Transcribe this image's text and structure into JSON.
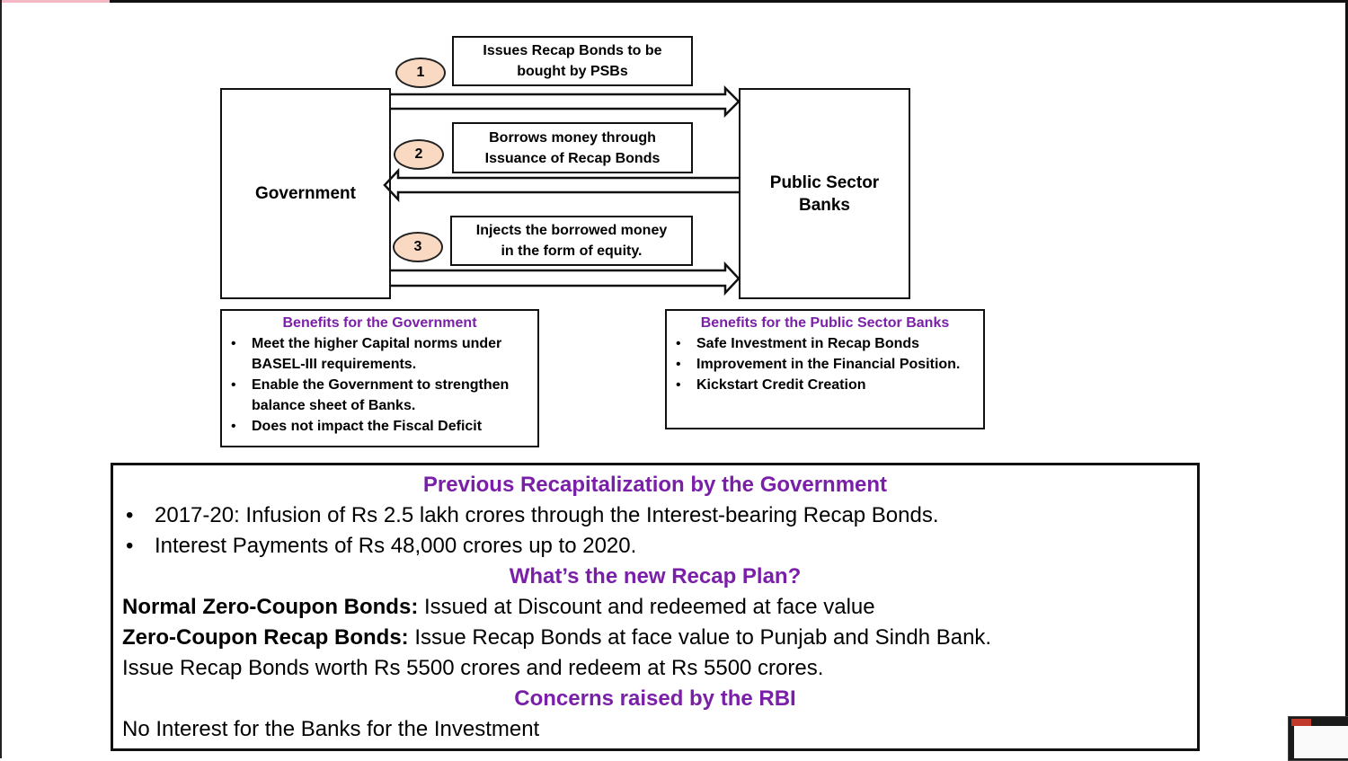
{
  "diagram": {
    "government": "Government",
    "banks_line1": "Public Sector",
    "banks_line2": "Banks",
    "steps": [
      {
        "number": "1",
        "line1": "Issues Recap Bonds to be",
        "line2": "bought by PSBs"
      },
      {
        "number": "2",
        "line1": "Borrows money through",
        "line2": "Issuance of Recap Bonds"
      },
      {
        "number": "3",
        "line1": "Injects the borrowed money",
        "line2": "in the form of equity."
      }
    ]
  },
  "benefits_government": {
    "title": "Benefits for the Government",
    "items": [
      "Meet the higher Capital norms under BASEL-III requirements.",
      "Enable the Government to strengthen balance sheet of Banks.",
      "Does not impact the Fiscal Deficit"
    ]
  },
  "benefits_banks": {
    "title": "Benefits for the Public Sector Banks",
    "items": [
      "Safe Investment in Recap Bonds",
      "Improvement in the Financial Position.",
      "Kickstart Credit Creation"
    ]
  },
  "details": {
    "heading_previous": "Previous Recapitalization by the Government",
    "previous_items": [
      "2017-20: Infusion of Rs 2.5 lakh crores through the Interest-bearing Recap Bonds.",
      "Interest Payments of Rs 48,000 crores up to 2020."
    ],
    "heading_new": "What’s the new Recap Plan?",
    "normal_label": "Normal Zero-Coupon Bonds:",
    "normal_text": " Issued at Discount and redeemed at face value",
    "recap_label": "Zero-Coupon Recap Bonds:",
    "recap_text": " Issue Recap Bonds at face value to Punjab and Sindh Bank.",
    "worth_text": "Issue Recap Bonds worth Rs 5500 crores and redeem at Rs 5500 crores.",
    "heading_concerns": "Concerns raised by the RBI",
    "concern_text": "No Interest for the Banks for the Investment"
  }
}
